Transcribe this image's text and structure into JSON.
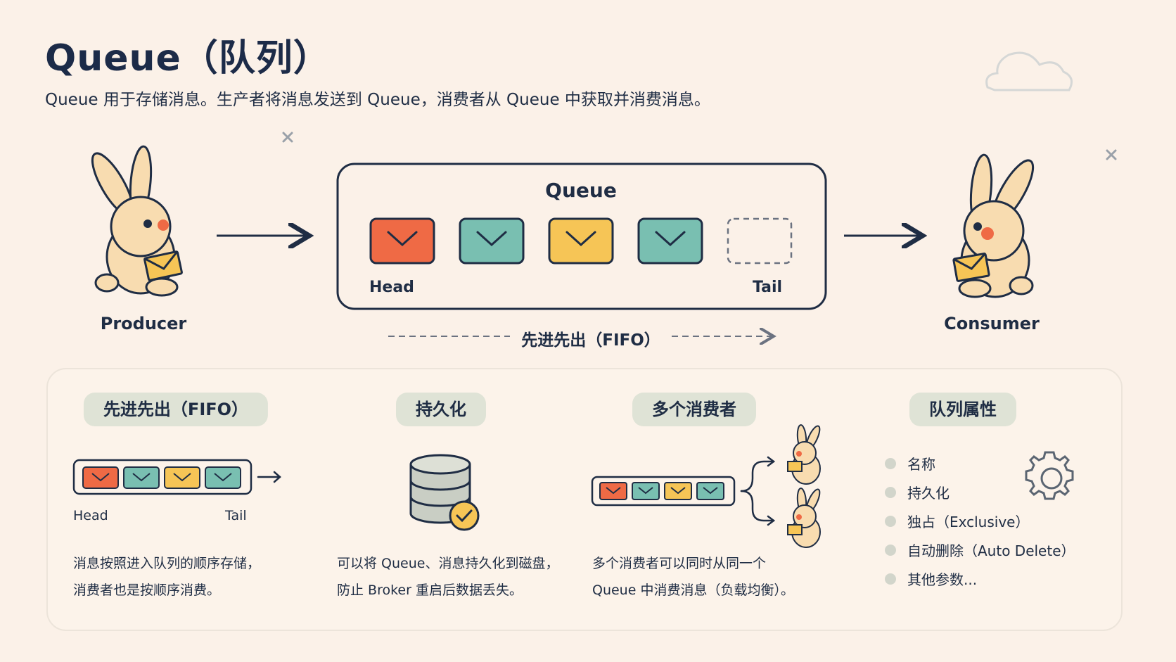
{
  "header": {
    "title": "Queue（队列）",
    "subtitle": "Queue 用于存储消息。生产者将消息发送到 Queue，消费者从 Queue 中获取并消费消息。"
  },
  "diagram": {
    "producer_label": "Producer",
    "consumer_label": "Consumer",
    "queue_title": "Queue",
    "head_label": "Head",
    "tail_label": "Tail",
    "fifo_caption": "先进先出（FIFO）",
    "message_colors": [
      "#ef6a45",
      "#79bfb1",
      "#f6c556",
      "#79bfb1"
    ]
  },
  "features": {
    "fifo": {
      "title": "先进先出（FIFO）",
      "head": "Head",
      "tail": "Tail",
      "desc_line1": "消息按照进入队列的顺序存储，",
      "desc_line2": "消费者也是按顺序消费。"
    },
    "durable": {
      "title": "持久化",
      "desc_line1": "可以将 Queue、消息持久化到磁盘，",
      "desc_line2": "防止 Broker 重启后数据丢失。"
    },
    "multi_consumer": {
      "title": "多个消费者",
      "desc_line1": "多个消费者可以同时从同一个",
      "desc_line2": "Queue 中消费消息（负载均衡）。"
    },
    "attributes": {
      "title": "队列属性",
      "items": [
        "名称",
        "持久化",
        "独占（Exclusive）",
        "自动删除（Auto Delete）",
        "其他参数..."
      ]
    }
  },
  "colors": {
    "background": "#fbf1e8",
    "ink": "#1f2d44",
    "red": "#ef6a45",
    "teal": "#79bfb1",
    "yellow": "#f6c556",
    "pill": "#dfe3d6"
  },
  "icons": [
    "cloud-icon",
    "close-icon",
    "rabbit-icon",
    "envelope-icon",
    "database-icon",
    "check-icon",
    "gear-icon",
    "arrow-right-icon"
  ]
}
